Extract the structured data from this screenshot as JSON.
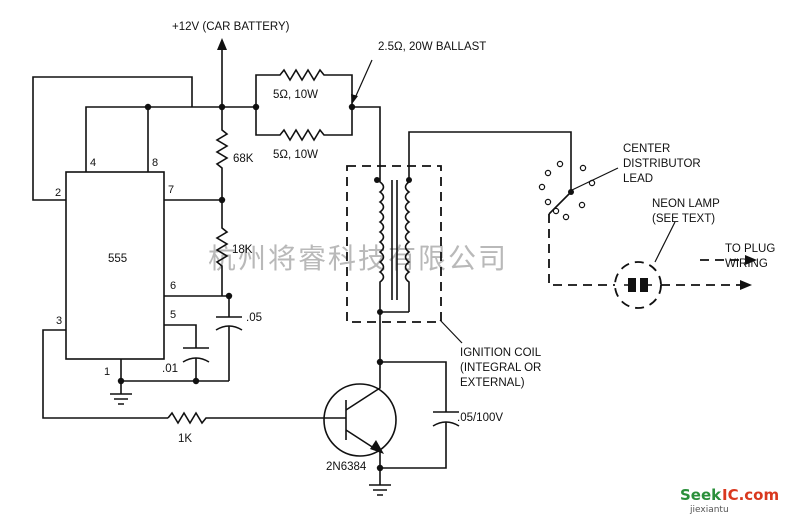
{
  "labels": {
    "supply": "+12V (CAR BATTERY)",
    "ballast": "2.5Ω, 20W BALLAST",
    "res_top": "5Ω, 10W",
    "res_bottom": "5Ω, 10W",
    "r68k": "68K",
    "r18k": "18K",
    "c05": ".05",
    "c01": ".01",
    "r1k": "1K",
    "ic": "555",
    "transistor": "2N6384",
    "cap_ce": ".05/100V",
    "coil_1": "IGNITION COIL",
    "coil_2": "(INTEGRAL OR",
    "coil_3": "EXTERNAL)",
    "dist_1": "CENTER",
    "dist_2": "DISTRIBUTOR",
    "dist_3": "LEAD",
    "neon_1": "NEON LAMP",
    "neon_2": "(SEE TEXT)",
    "plug_1": "TO PLUG",
    "plug_2": "WIRING"
  },
  "pins": {
    "p4": "4",
    "p8": "8",
    "p2": "2",
    "p7": "7",
    "p6": "6",
    "p3": "3",
    "p5": "5",
    "p1": "1"
  },
  "watermark": "杭州将睿科技有限公司",
  "logo": {
    "part_a": "Seek",
    "part_b": "IC.com",
    "sub": "jiexiantu"
  }
}
